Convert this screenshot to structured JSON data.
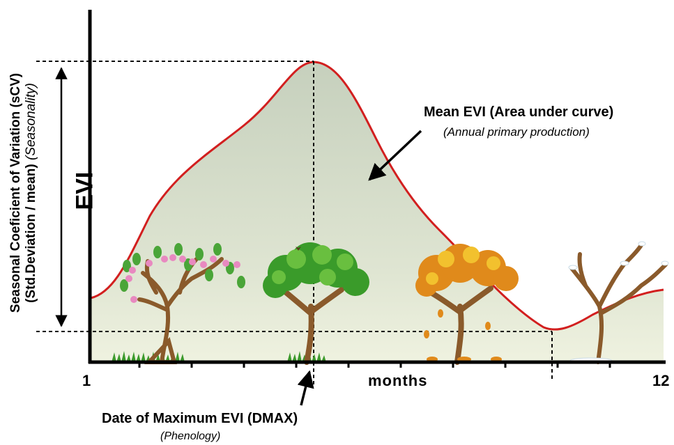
{
  "diagram": {
    "y_axis": {
      "main_label": "EVI",
      "side_label_line1": "Seasonal Coeficient of Variation (sCV)",
      "side_label_line2_bold": "(Std.Deviation / mean)",
      "side_label_line2_italic": "(Seasonality)"
    },
    "x_axis": {
      "label": "months",
      "tick_start": "1",
      "tick_end": "12"
    },
    "annotations": {
      "mean_title": "Mean EVI (Area under curve)",
      "mean_subtitle": "(Annual primary production)",
      "dmax_title": "Date of Maximum EVI (DMAX)",
      "dmax_subtitle": "(Phenology)"
    },
    "trees": [
      "blossom-tree",
      "summer-tree",
      "autumn-tree",
      "winter-tree"
    ],
    "colors": {
      "curve": "#d21f1f",
      "fill_top": "#c9d3c1",
      "fill_bottom": "#eef1df",
      "axis": "#000000",
      "leaf_green": "#3a9b2a",
      "blossom_pink": "#e889c0",
      "autumn_orange": "#e08a1b",
      "trunk_brown": "#8a5a2b"
    }
  }
}
